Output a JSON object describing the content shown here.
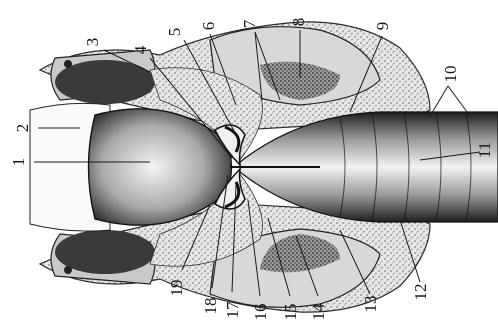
{
  "figure": {
    "labels": [
      {
        "id": "1",
        "text": "1"
      },
      {
        "id": "2",
        "text": "2"
      },
      {
        "id": "3",
        "text": "3"
      },
      {
        "id": "4",
        "text": "4"
      },
      {
        "id": "5",
        "text": "5"
      },
      {
        "id": "6",
        "text": "6"
      },
      {
        "id": "7",
        "text": "7"
      },
      {
        "id": "8",
        "text": "8"
      },
      {
        "id": "9",
        "text": "9"
      },
      {
        "id": "10",
        "text": "10"
      },
      {
        "id": "11",
        "text": "11"
      },
      {
        "id": "12",
        "text": "12"
      },
      {
        "id": "13",
        "text": "13"
      },
      {
        "id": "14",
        "text": "14"
      },
      {
        "id": "15",
        "text": "15"
      },
      {
        "id": "16",
        "text": "16"
      },
      {
        "id": "17",
        "text": "17"
      },
      {
        "id": "18",
        "text": "18"
      },
      {
        "id": "19",
        "text": "19"
      }
    ]
  }
}
